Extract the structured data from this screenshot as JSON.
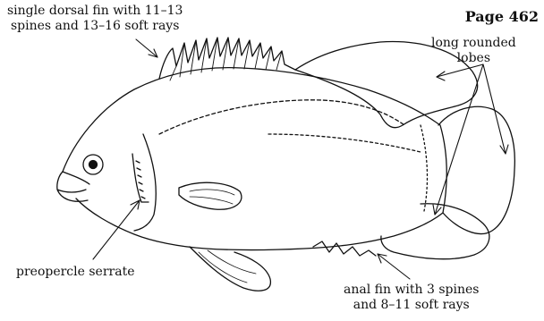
{
  "page_label": "Page 462",
  "labels": {
    "dorsal_line1": "single dorsal fin with 11–13",
    "dorsal_line2": "spines and 13–16 soft rays",
    "lobes_line1": "long rounded",
    "lobes_line2": "lobes",
    "preopercle": "preopercle serrate",
    "anal_line1": "anal fin with 3 spines",
    "anal_line2": "and 8–11 soft rays"
  }
}
